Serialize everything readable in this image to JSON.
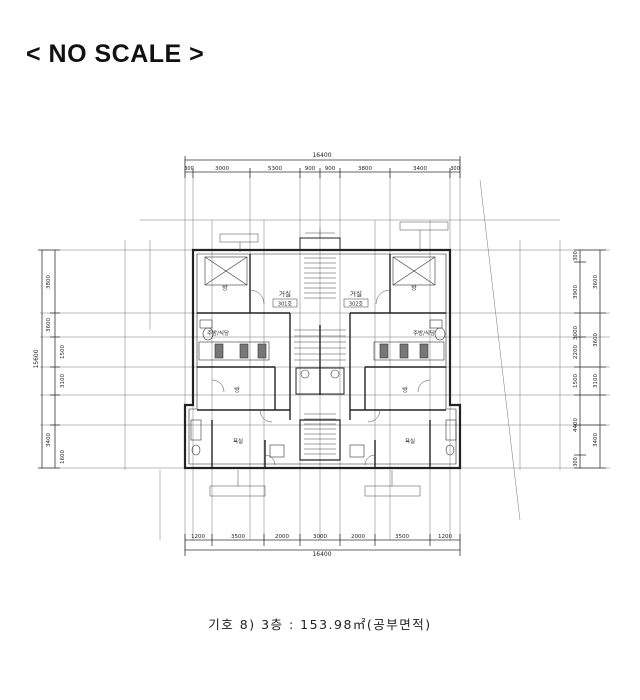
{
  "title": "< NO SCALE >",
  "dimensions": {
    "overall": "16400",
    "top": [
      "300",
      "3000",
      "5300",
      "900",
      "900",
      "3800",
      "3400",
      "300"
    ],
    "bottom": [
      "1200",
      "3500",
      "2000",
      "3000",
      "2000",
      "3500",
      "1200"
    ],
    "left": [
      "3800",
      "3600",
      "1500",
      "3100",
      "3400",
      "1600"
    ],
    "left_overall": "15600",
    "right_inner": [
      "300",
      "3900",
      "3000",
      "2200",
      "1500",
      "4400",
      "300"
    ],
    "right_outer": [
      "3600",
      "3600",
      "3100",
      "3400"
    ]
  },
  "rooms": {
    "bedroom_tl": "방",
    "bedroom_tr": "방",
    "living_l": "거실",
    "living_r": "거실",
    "room_num_l": "301호",
    "room_num_r": "302호",
    "kitchen_l": "주방/식당",
    "kitchen_r": "주방/식당",
    "bedroom_ml": "방",
    "bedroom_mr": "방",
    "bath_l": "욕실",
    "bath_r": "욕실"
  },
  "caption": "기호 8) 3층 : 153.98㎡(공부면적)"
}
